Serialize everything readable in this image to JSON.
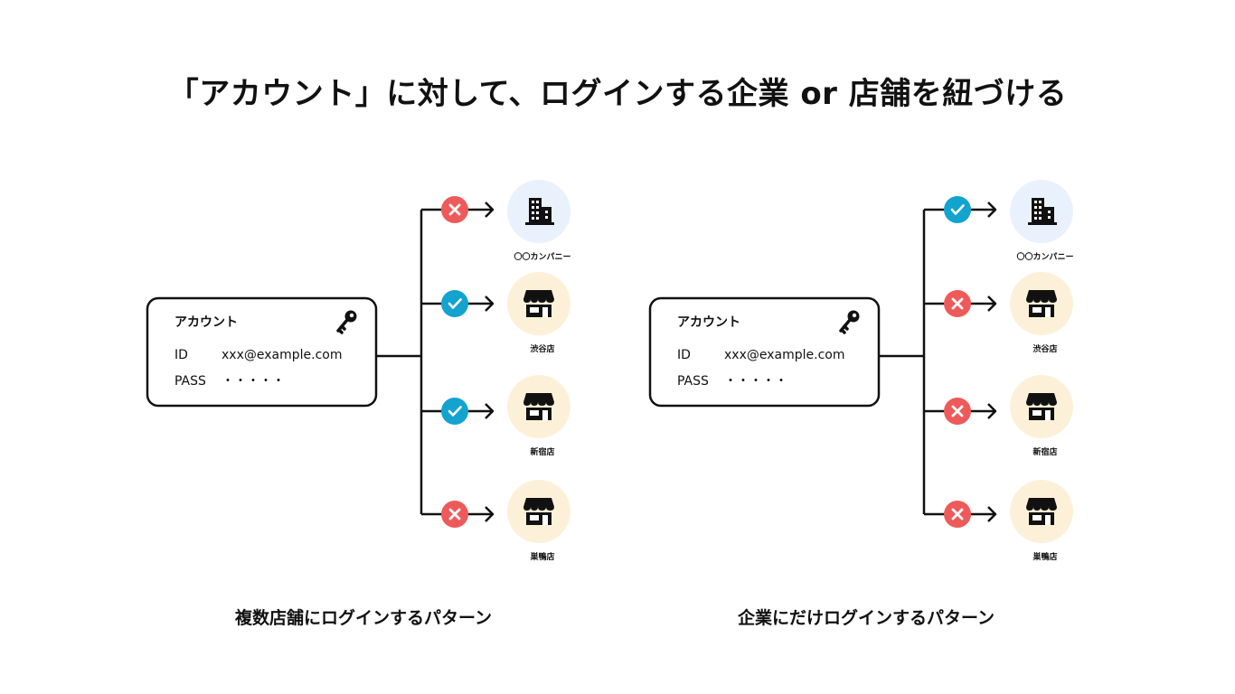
{
  "title": "「アカウント」に対して、ログインする企業 or 店舗を紐づける",
  "colors": {
    "line": "#111111",
    "check": "#12a3cf",
    "cross": "#ee5a5a",
    "company_bg": "#e9f1fd",
    "store_bg": "#fcf1d8"
  },
  "patterns": [
    {
      "caption": "複数店舗にログインするパターン",
      "account": {
        "header": "アカウント",
        "id_label": "ID",
        "id_value": "xxx@example.com",
        "pass_label": "PASS",
        "pass_value": "・・・・・"
      },
      "targets": [
        {
          "type": "company",
          "icon": "building-icon",
          "label": "〇〇カンパニー",
          "status": "denied"
        },
        {
          "type": "store",
          "icon": "store-icon",
          "label": "渋谷店",
          "status": "allowed"
        },
        {
          "type": "store",
          "icon": "store-icon",
          "label": "新宿店",
          "status": "allowed"
        },
        {
          "type": "store",
          "icon": "store-icon",
          "label": "巣鴨店",
          "status": "denied"
        }
      ]
    },
    {
      "caption": "企業にだけログインするパターン",
      "account": {
        "header": "アカウント",
        "id_label": "ID",
        "id_value": "xxx@example.com",
        "pass_label": "PASS",
        "pass_value": "・・・・・"
      },
      "targets": [
        {
          "type": "company",
          "icon": "building-icon",
          "label": "〇〇カンパニー",
          "status": "allowed"
        },
        {
          "type": "store",
          "icon": "store-icon",
          "label": "渋谷店",
          "status": "denied"
        },
        {
          "type": "store",
          "icon": "store-icon",
          "label": "新宿店",
          "status": "denied"
        },
        {
          "type": "store",
          "icon": "store-icon",
          "label": "巣鴨店",
          "status": "denied"
        }
      ]
    }
  ]
}
